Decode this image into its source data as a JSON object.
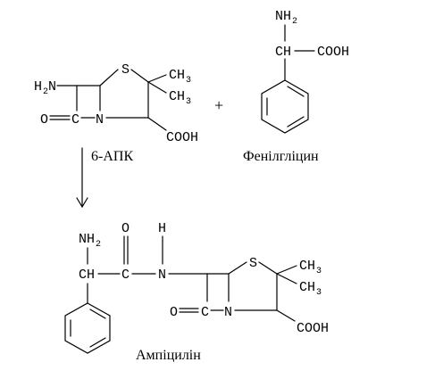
{
  "reactant_6apk": {
    "name": "6-АПК",
    "amino": "H",
    "amino_sub": "2",
    "amino_n": "N",
    "oxo": "O",
    "ring_c": "C",
    "ring_n": "N",
    "sulfur": "S",
    "methyl_top": "CH",
    "methyl_top_sub": "3",
    "methyl_bottom": "CH",
    "methyl_bottom_sub": "3",
    "carboxyl": "COOH"
  },
  "plus_sign": "+",
  "reactant_phenylglycine": {
    "name": "Фенілгліцин",
    "amino": "NH",
    "amino_sub": "2",
    "ch": "CH",
    "carboxyl": "COOH"
  },
  "product_ampicillin": {
    "name": "Ампіцилін",
    "amino": "NH",
    "amino_sub": "2",
    "ch": "CH",
    "carbonyl_c": "C",
    "carbonyl_o": "O",
    "amide_h": "H",
    "amide_n": "N",
    "oxo": "O",
    "ring_c": "C",
    "ring_n": "N",
    "sulfur": "S",
    "methyl_top": "CH",
    "methyl_top_sub": "3",
    "methyl_bottom": "CH",
    "methyl_bottom_sub": "3",
    "carboxyl": "COOH"
  }
}
